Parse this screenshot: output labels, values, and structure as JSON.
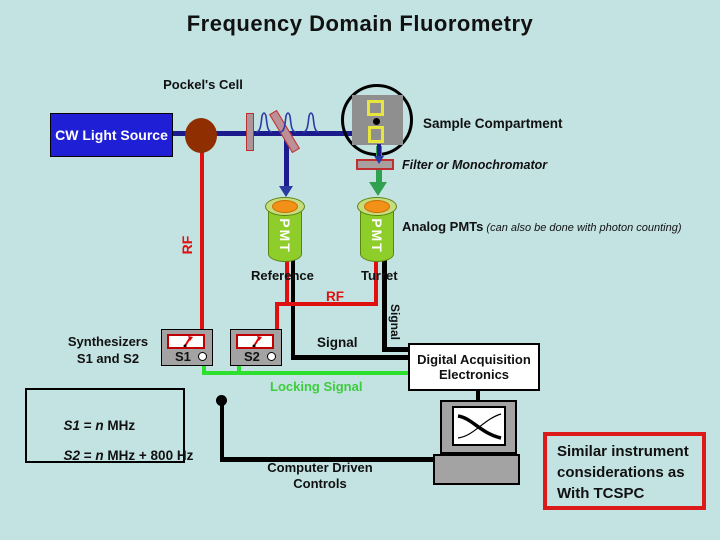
{
  "slide": {
    "title": "Frequency Domain Fluorometry"
  },
  "optical_path": {
    "pockels_cell_label": "Pockel's Cell",
    "cw_light_source_label": "CW Light Source",
    "sample_compartment_label": "Sample Compartment",
    "filter_label": "Filter or Monochromator"
  },
  "detectors": {
    "pmt_left_label": "PMT",
    "pmt_right_label": "PMT",
    "analog_pmts_label": "Analog PMTs",
    "analog_pmts_note": " (can also be done with photon counting)",
    "reference_label": "Reference",
    "turret_label": "Turret"
  },
  "wiring": {
    "rf_vertical_label": "RF",
    "rf_horizontal_label": "RF",
    "signal_vertical_label": "Signal",
    "signal_horizontal_label": "Signal",
    "locking_signal_label": "Locking Signal"
  },
  "synthesizers": {
    "caption_line1": "Synthesizers",
    "caption_line2": "S1 and S2",
    "s1_label": "S1",
    "s2_label": "S2",
    "note": {
      "eq1_var": "S1",
      "eq1_eq": " = ",
      "eq1_n": "n",
      "eq1_unit": " MHz",
      "eq2_var": "S2",
      "eq2_eq": " = ",
      "eq2_n": "n",
      "eq2_unit": " MHz + 800 Hz"
    }
  },
  "electronics": {
    "daq_line1": "Digital Acquisition",
    "daq_line2": "Electronics",
    "computer_caption_line1": "Computer Driven",
    "computer_caption_line2": "Controls"
  },
  "callout": {
    "line1": "Similar instrument",
    "line2": "considerations as",
    "line3": "With TCSPC"
  },
  "colors": {
    "background": "#c3e2e2",
    "beam_blue": "#1b1b8e",
    "cw_box_blue": "#1f1fd6",
    "pockels_brown": "#8f2e00",
    "wire_red": "#e01010",
    "wire_black": "#000000",
    "wire_green": "#2ee02e",
    "emission_green": "#2fa14f",
    "pmt_body_green": "#8fce2a",
    "pmt_top_green": "#c9dc7d",
    "pmt_orange": "#f29018",
    "filter_gray": "#ab9599",
    "filter_border_red": "#c03030",
    "box_gray": "#a3a3a3",
    "callout_border_red": "#dd1a1a",
    "locking_text_green": "#3ecc3e"
  }
}
